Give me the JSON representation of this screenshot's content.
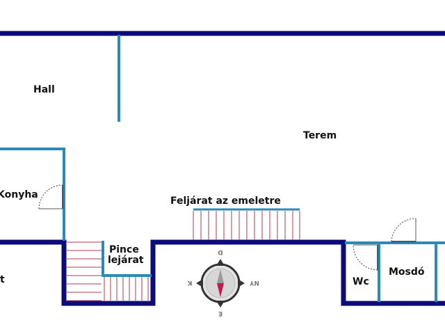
{
  "rooms": {
    "hall": "Hall",
    "terem": "Terem",
    "konyha": "Konyha",
    "stairs_up": "Feljárat az emeletre",
    "pince_line1": "Pince",
    "pince_line2": "lejárat",
    "left_partial": "t",
    "wc": "Wc",
    "mosdo": "Mosdó"
  },
  "compass": {
    "north": "D",
    "south": "É",
    "east": "NY",
    "west": "K"
  },
  "colors": {
    "outer_wall": "#0b0b7a",
    "inner_wall": "#2a8ab8",
    "stairs": "#b03a48",
    "needle": "#c2185b"
  }
}
